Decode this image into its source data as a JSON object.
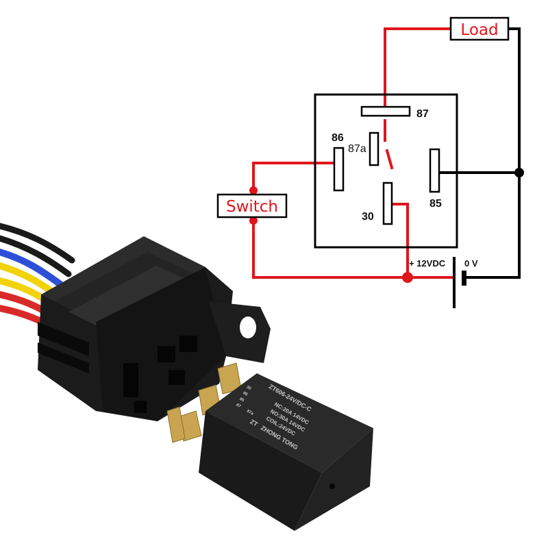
{
  "diagram": {
    "load_label": "Load",
    "switch_label": "Switch",
    "pins": {
      "p87": "87",
      "p86": "86",
      "p87a": "87a",
      "p30": "30",
      "p85": "85"
    },
    "supply": {
      "positive": "+ 12VDC",
      "ground": "0 V"
    },
    "colors": {
      "wire_live": "#e0161c",
      "wire_ground": "#000000",
      "frame": "#000000"
    }
  },
  "photo": {
    "relay_print": {
      "brand": "ZHONG TONG",
      "logo": "ZT",
      "coil": "COIL:24VDC",
      "no_rating": "NO:30A 14VDC",
      "nc_rating": "NC:20A 14VDC",
      "model": "ZT606-24V/DC-C",
      "pin_30": "30",
      "pin_86": "86",
      "pin_85": "85",
      "pin_87": "87",
      "pin_87a": "87a"
    },
    "wire_colors": [
      "#1a1a1a",
      "#2d4fd6",
      "#f2d20a",
      "#d92a2a"
    ]
  }
}
